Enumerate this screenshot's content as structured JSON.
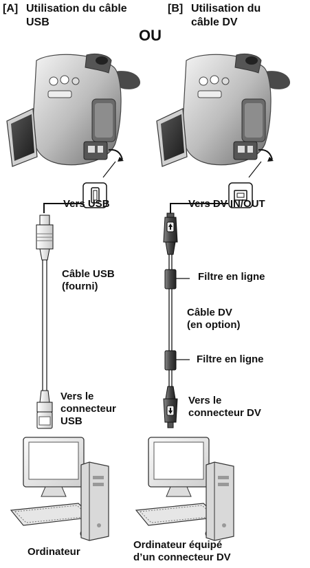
{
  "header": {
    "a_tag": "[A]",
    "a_line1": "Utilisation du câble",
    "a_line2": "USB",
    "or_label": "OU",
    "b_tag": "[B]",
    "b_line1": "Utilisation du",
    "b_line2": "câble DV"
  },
  "left_column": {
    "to_usb": "Vers USB",
    "cable_line1": "Câble USB",
    "cable_line2": "(fourni)",
    "to_connector_line1": "Vers le",
    "to_connector_line2": "connecteur",
    "to_connector_line3": "USB",
    "computer_label": "Ordinateur"
  },
  "right_column": {
    "to_dv": "Vers DV IN/OUT",
    "filter_top": "Filtre en ligne",
    "cable_line1": "Câble DV",
    "cable_line2": "(en option)",
    "filter_bottom": "Filtre en ligne",
    "to_connector_line1": "Vers le",
    "to_connector_line2": "connecteur DV",
    "computer_line1": "Ordinateur équipé",
    "computer_line2": "d’un connecteur DV"
  },
  "icons": [
    "usb-port-icon",
    "dv-port-icon",
    "camcorder-icon",
    "computer-icon",
    "down-arrow-icon",
    "up-arrow-icon"
  ]
}
